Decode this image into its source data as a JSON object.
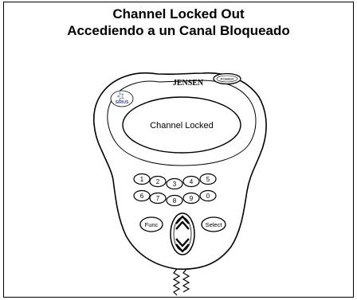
{
  "heading": {
    "line1": "Channel Locked Out",
    "line2": "Accediendo a un Canal Bloqueado"
  },
  "remote": {
    "brand": "JENSEN",
    "power_label": "POWER",
    "sirius_label": "SIRIUS",
    "display_text": "Channel Locked",
    "keys": [
      "1",
      "2",
      "3",
      "4",
      "5",
      "6",
      "7",
      "8",
      "9",
      "0"
    ],
    "func_label": "Func",
    "select_label": "Select",
    "scroll_icon": "up-down-chevron-icon"
  }
}
